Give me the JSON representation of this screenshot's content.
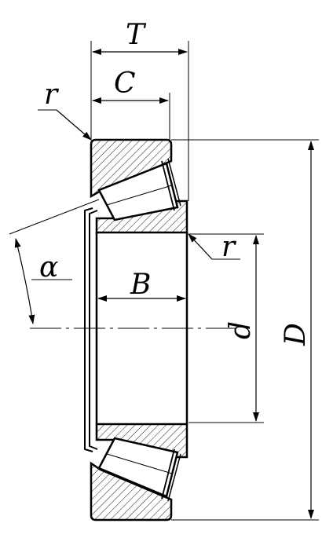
{
  "labels": {
    "T": "T",
    "C": "C",
    "r_top": "r",
    "r_right": "r",
    "alpha": "α",
    "B": "B",
    "d": "d",
    "D": "D"
  },
  "colors": {
    "line": "#000000",
    "background": "#ffffff"
  }
}
